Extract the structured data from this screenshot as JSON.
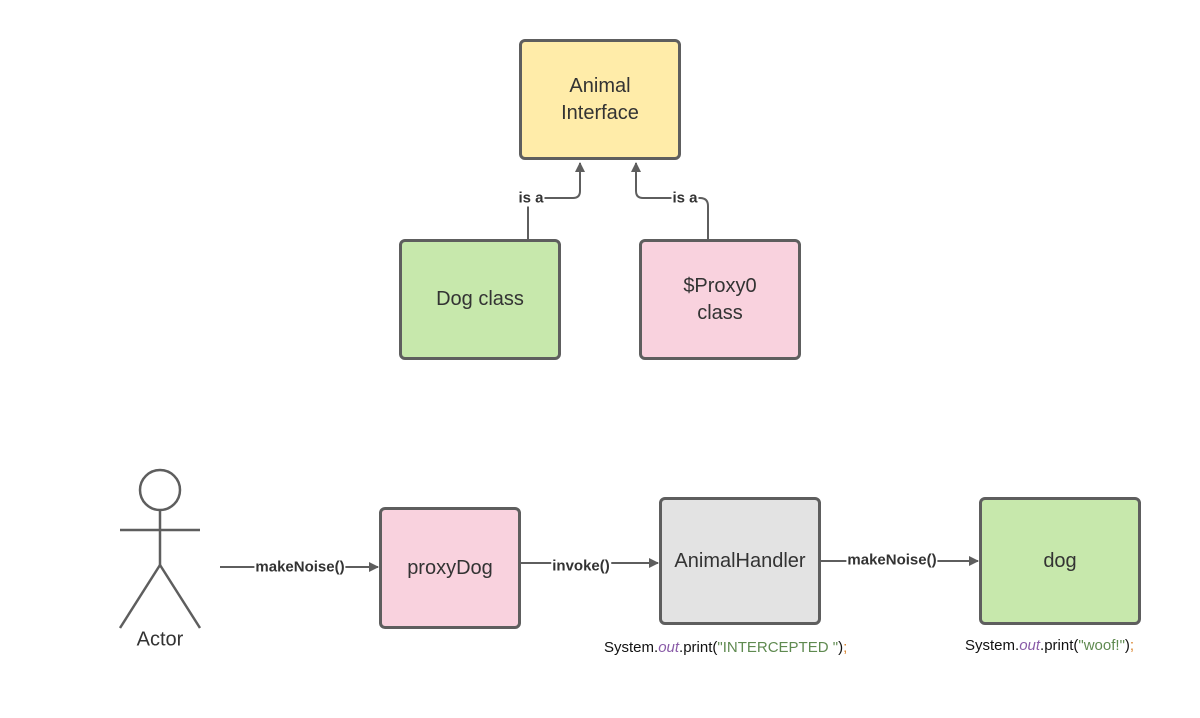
{
  "nodes": {
    "animal_interface": "Animal\nInterface",
    "dog_class": "Dog class",
    "proxy_class": "$Proxy0\nclass",
    "proxy_dog": "proxyDog",
    "animal_handler": "AnimalHandler",
    "dog": "dog",
    "actor": "Actor"
  },
  "edges": {
    "dog_is_a": "is a",
    "proxy_is_a": "is a",
    "actor_call": "makeNoise()",
    "proxy_invoke": "invoke()",
    "handler_call": "makeNoise()"
  },
  "code": {
    "handler": {
      "prefix": "System.",
      "field": "out",
      "method": ".print(",
      "string": "\"INTERCEPTED \"",
      "close": ")",
      "semi": ";"
    },
    "dog": {
      "prefix": "System.",
      "field": "out",
      "method": ".print(",
      "string": "\"woof!\"",
      "close": ")",
      "semi": ";"
    }
  },
  "colors": {
    "interface": "#ffeca9",
    "class_green": "#c7e8ac",
    "proxy_pink": "#f9d2de",
    "handler_gray": "#e3e3e3",
    "stroke": "#5e5e5e"
  }
}
